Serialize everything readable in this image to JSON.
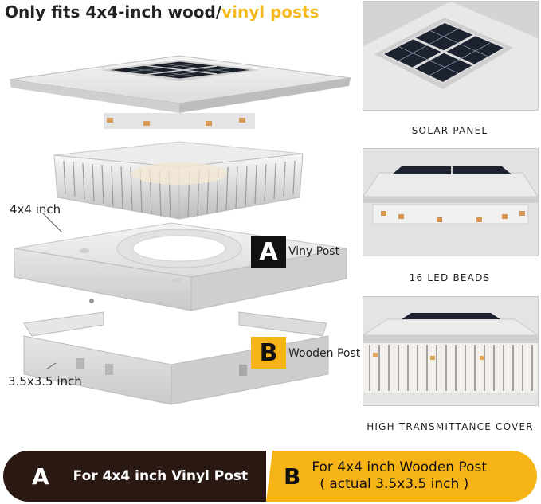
{
  "title": {
    "prefix": "Only fits 4x4-inch wood/",
    "highlight": "vinyl posts"
  },
  "dimensions": {
    "outer": "4x4 inch",
    "inner": "3.5x3.5 inch"
  },
  "badges": {
    "a": {
      "letter": "A",
      "label": "Viny Post"
    },
    "b": {
      "letter": "B",
      "label": "Wooden Post"
    }
  },
  "panels": [
    {
      "caption": "SOLAR PANEL"
    },
    {
      "caption": "16 LED BEADS"
    },
    {
      "caption": "HIGH TRANSMITTANCE COVER"
    }
  ],
  "bottom_bar": {
    "a": {
      "letter": "A",
      "text_prefix": "For 4x4 inch ",
      "text_bold": "Vinyl Post"
    },
    "b": {
      "letter": "B",
      "line1": "For 4x4 inch Wooden Post",
      "line2": "( actual 3.5x3.5 inch )"
    }
  },
  "colors": {
    "accent": "#f6b417",
    "dark": "#2a1812",
    "badge_dark": "#111111"
  }
}
